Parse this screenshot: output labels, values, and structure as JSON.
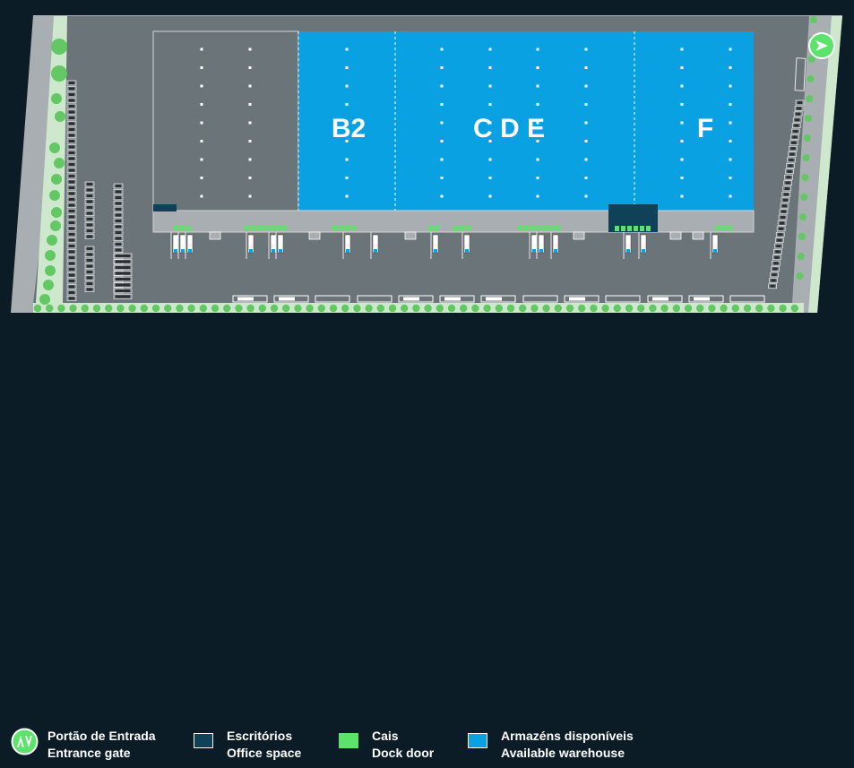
{
  "colors": {
    "background": "#0c1c26",
    "lot": "#6b7479",
    "road": "#a8aeb2",
    "grass": "#cde8cd",
    "tree": "#63c863",
    "available_warehouse": "#0aa1e2",
    "occupied_warehouse": "#6b7479",
    "office": "#0f4259",
    "dock_door": "#5ce36b"
  },
  "map": {
    "warehouse_labels": [
      "B2",
      "C D E",
      "F"
    ],
    "compass_icon": "entrance-gate-icon"
  },
  "legend": {
    "gate": {
      "line1": "Portão de Entrada",
      "line2": "Entrance gate",
      "icon": "entrance-gate-icon"
    },
    "office": {
      "line1": "Escritórios",
      "line2": "Office space"
    },
    "dock": {
      "line1": "Cais",
      "line2": "Dock door"
    },
    "warehouse": {
      "line1": "Armazéns disponíveis",
      "line2": "Available warehouse"
    }
  }
}
